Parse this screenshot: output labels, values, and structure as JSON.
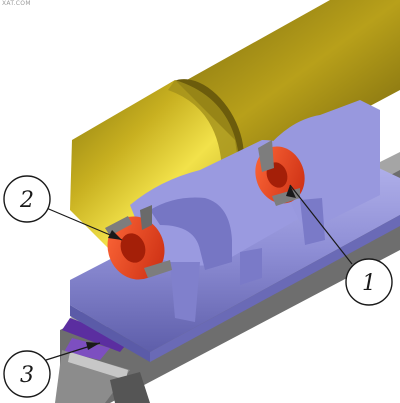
{
  "watermark": "XAT.COM",
  "callouts": [
    {
      "id": "callout-1",
      "label": "1"
    },
    {
      "id": "callout-2",
      "label": "2"
    },
    {
      "id": "callout-3",
      "label": "3"
    }
  ],
  "colors": {
    "yellow_pipe": "#d9c21e",
    "yellow_pipe_dark": "#8c7a12",
    "support_blue": "#8f8fd6",
    "support_blue_dark": "#5a5aa6",
    "support_blue_light": "#b3b3ea",
    "clamp_red": "#e83a1a",
    "clamp_gray": "#7d7d7d",
    "rail_purple": "#5b2ea0",
    "rail_gray": "#9c9c9c",
    "callout_stroke": "#1a1a1a"
  }
}
